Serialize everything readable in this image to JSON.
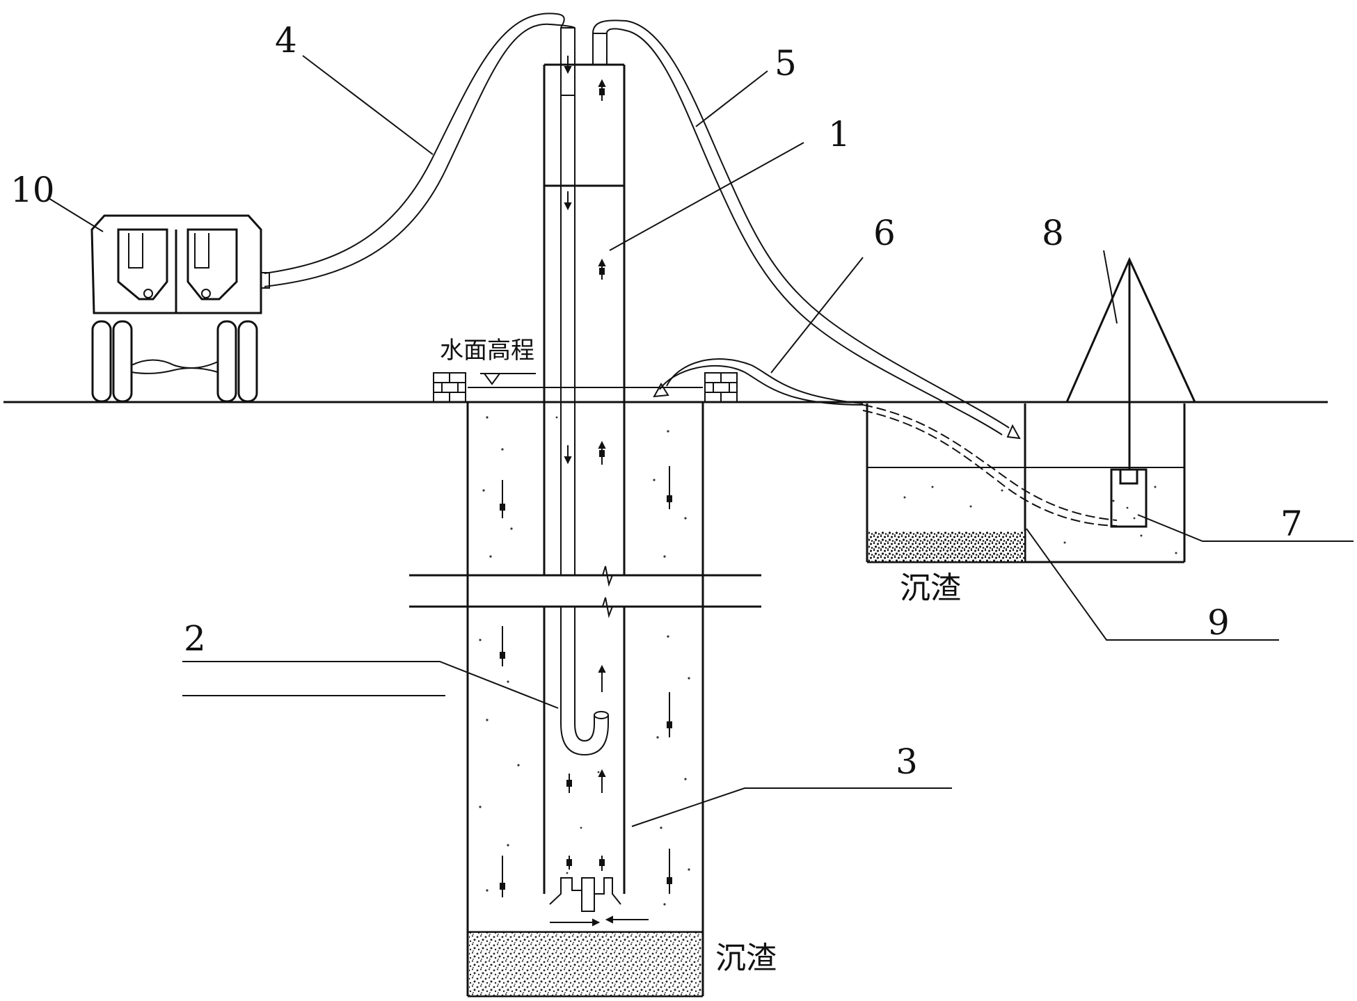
{
  "labels": {
    "n1": "1",
    "n2": "2",
    "n3": "3",
    "n4": "4",
    "n5": "5",
    "n6": "6",
    "n7": "7",
    "n8": "8",
    "n9": "9",
    "n10": "10"
  },
  "texts": {
    "water_level": "水面高程",
    "sediment_well": "沉渣",
    "sediment_tank": "沉渣"
  }
}
